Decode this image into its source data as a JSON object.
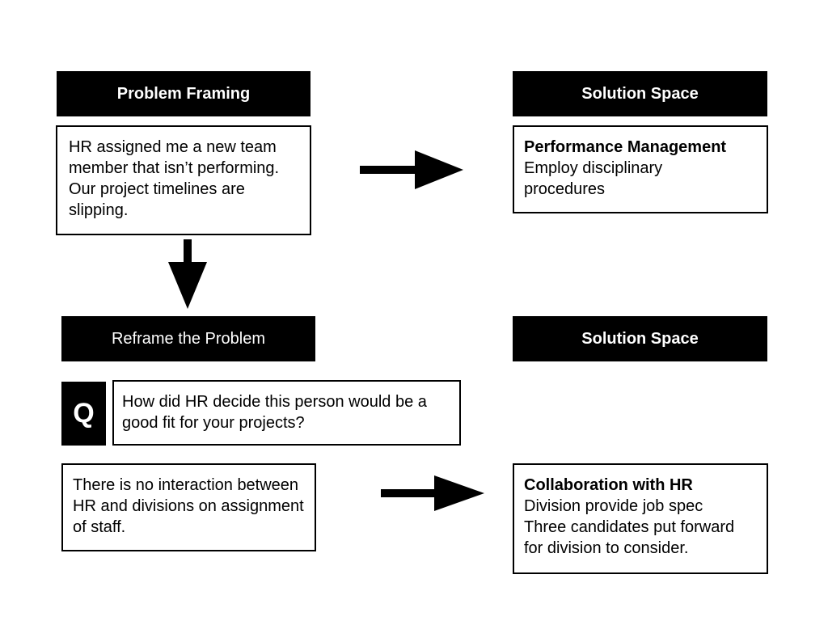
{
  "colors": {
    "header_bg": "#000000",
    "header_text": "#ffffff",
    "box_border": "#000000",
    "arrow": "#000000"
  },
  "top_left": {
    "header": "Problem Framing",
    "text": "HR assigned me a new team member that isn’t performing. Our project timelines are slipping."
  },
  "top_right": {
    "header": "Solution Space",
    "title": "Performance Management",
    "lines": [
      "Employ disciplinary",
      "procedures"
    ]
  },
  "bottom_left": {
    "header": "Reframe the Problem",
    "q_label": "Q",
    "question": "How did HR decide this person would be a good fit for your projects?",
    "answer": "There is no interaction between HR and divisions on assignment of staff."
  },
  "bottom_right": {
    "header": "Solution Space",
    "title": "Collaboration with HR",
    "lines": [
      "Division provide job spec",
      "Three candidates put forward",
      "for division to consider."
    ]
  },
  "arrows": [
    "right-arrow",
    "down-arrow",
    "right-arrow"
  ]
}
